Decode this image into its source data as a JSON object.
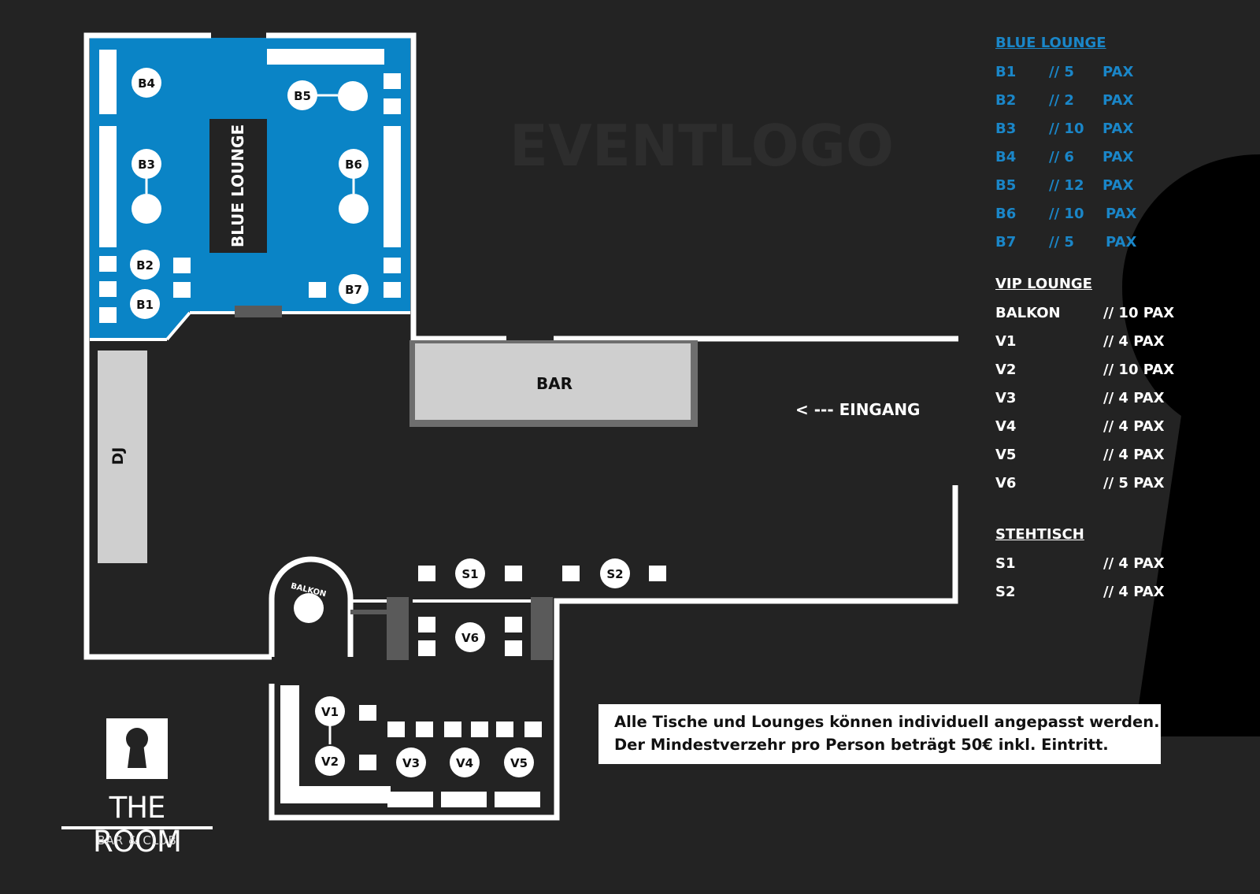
{
  "venue": {
    "brand_name": "THE ROOM",
    "brand_sub": "BAR & CLUB",
    "event_logo": "EVENTLOGO",
    "icon": "keyhole-icon"
  },
  "colors": {
    "background": "#232323",
    "lounge_blue": "#0a84c6",
    "legend_blue": "#1a86c8",
    "wall": "#ffffff",
    "furniture_grey": "#cfcfcf"
  },
  "map": {
    "blue_lounge_label": "BLUE LOUNGE",
    "bar_label": "BAR",
    "dj_label": "DJ",
    "entrance_label": "< --- EINGANG",
    "balkon_label": "BALKON",
    "tables": {
      "B1": "B1",
      "B2": "B2",
      "B3": "B3",
      "B4": "B4",
      "B5": "B5",
      "B6": "B6",
      "B7": "B7",
      "V1": "V1",
      "V2": "V2",
      "V3": "V3",
      "V4": "V4",
      "V5": "V5",
      "V6": "V6",
      "S1": "S1",
      "S2": "S2"
    }
  },
  "legend": {
    "blue_lounge": {
      "heading": "BLUE LOUNGE",
      "rows": [
        {
          "table": "B1",
          "cap": "// 5",
          "unit": "PAX"
        },
        {
          "table": "B2",
          "cap": "// 2",
          "unit": "PAX"
        },
        {
          "table": "B3",
          "cap": "// 10",
          "unit": "PAX"
        },
        {
          "table": "B4",
          "cap": "// 6",
          "unit": "PAX"
        },
        {
          "table": "B5",
          "cap": "// 12",
          "unit": "PAX"
        },
        {
          "table": "B6",
          "cap": "// 10",
          "unit": "PAX"
        },
        {
          "table": "B7",
          "cap": "// 5",
          "unit": "PAX"
        }
      ]
    },
    "vip_lounge": {
      "heading": "VIP LOUNGE",
      "rows": [
        {
          "table": "BALKON",
          "cap": "// 10 PAX"
        },
        {
          "table": "V1",
          "cap": "// 4 PAX"
        },
        {
          "table": "V2",
          "cap": "// 10 PAX"
        },
        {
          "table": "V3",
          "cap": "// 4 PAX"
        },
        {
          "table": "V4",
          "cap": "// 4 PAX"
        },
        {
          "table": "V5",
          "cap": "// 4 PAX"
        },
        {
          "table": "V6",
          "cap": "// 5 PAX"
        }
      ]
    },
    "stehtisch": {
      "heading": "STEHTISCH",
      "rows": [
        {
          "table": "S1",
          "cap": "// 4 PAX"
        },
        {
          "table": "S2",
          "cap": "// 4 PAX"
        }
      ]
    }
  },
  "notice": {
    "line1": "Alle Tische und Lounges können individuell angepasst werden.",
    "line2": "Der Mindestverzehr pro Person beträgt 50€ inkl. Eintritt."
  }
}
